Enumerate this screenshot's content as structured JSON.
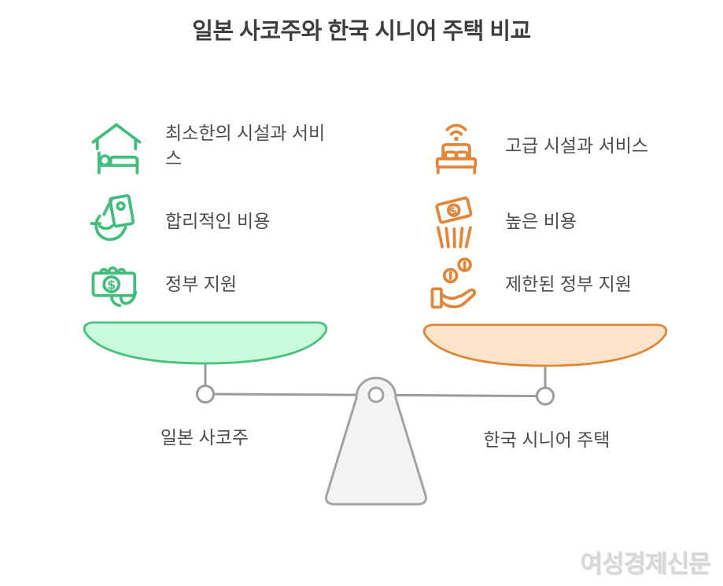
{
  "title": "일본 사코주와 한국 시니어 주택 비교",
  "left_column": {
    "theme_color": "#43bd7d",
    "items": [
      {
        "icon": "house-bed-icon",
        "label": "최소한의 시설과 서비스"
      },
      {
        "icon": "hand-receipt-icon",
        "label": "합리적인 비용"
      },
      {
        "icon": "money-hand-icon",
        "label": "정부 지원"
      }
    ]
  },
  "right_column": {
    "theme_color": "#e0873c",
    "items": [
      {
        "icon": "bed-wifi-icon",
        "label": "고급 시설과 서비스"
      },
      {
        "icon": "money-basket-icon",
        "label": "높은 비용"
      },
      {
        "icon": "coin-hand-icon",
        "label": "제한된 정부 지원"
      }
    ]
  },
  "scale": {
    "left_label": "일본 사코주",
    "right_label": "한국 시니어 주택",
    "left_pan_fill": "#c9fadc",
    "left_pan_stroke": "#47c17b",
    "right_pan_fill": "#fbe4c9",
    "right_pan_stroke": "#dd8638",
    "frame_color": "#9b9b9b",
    "fulcrum_fill": "#f4f4f4"
  },
  "watermark": "여성경제신문",
  "colors": {
    "title_text": "#3e3e3e",
    "body_text": "#4d4d4d",
    "green": "#43bd7d",
    "orange": "#e0873c"
  }
}
